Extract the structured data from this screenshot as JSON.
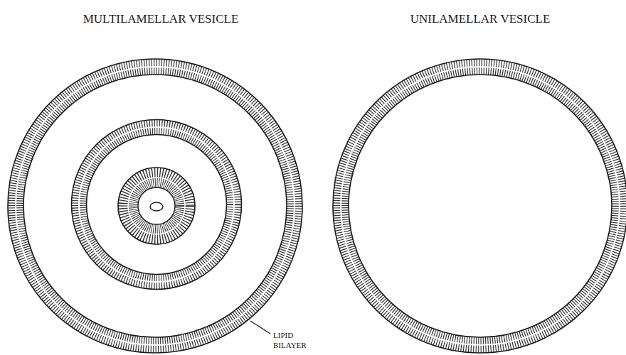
{
  "diagram": {
    "labels": [
      "MULTILAMELLAR VESICLE",
      "UNILAMELLAR VESICLE",
      "LIPID BILAYER"
    ]
  }
}
